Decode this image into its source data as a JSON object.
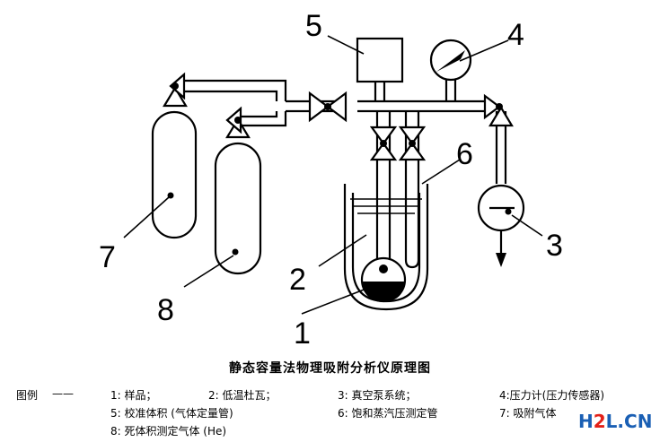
{
  "labels": {
    "n1": "1",
    "n2": "2",
    "n3": "3",
    "n4": "4",
    "n5": "5",
    "n6": "6",
    "n7": "7",
    "n8": "8"
  },
  "caption": "静态容量法物理吸附分析仪原理图",
  "legend": {
    "title": "图例",
    "dash": "——",
    "items": [
      "1: 样品；",
      "2: 低温杜瓦；",
      "3: 真空泵系统；",
      "4:压力计(压力传感器)",
      "5: 校准体积 (气体定量管)",
      "6: 饱和蒸汽压测定管",
      "7: 吸附气体",
      "8: 死体积测定气体 (He)"
    ]
  },
  "watermark": {
    "part1": "H",
    "accent": "2",
    "part2": "L.CN"
  },
  "colors": {
    "line": "#000000",
    "background": "#ffffff",
    "watermark": "#1a5fb4",
    "watermark_accent": "#e32119"
  }
}
